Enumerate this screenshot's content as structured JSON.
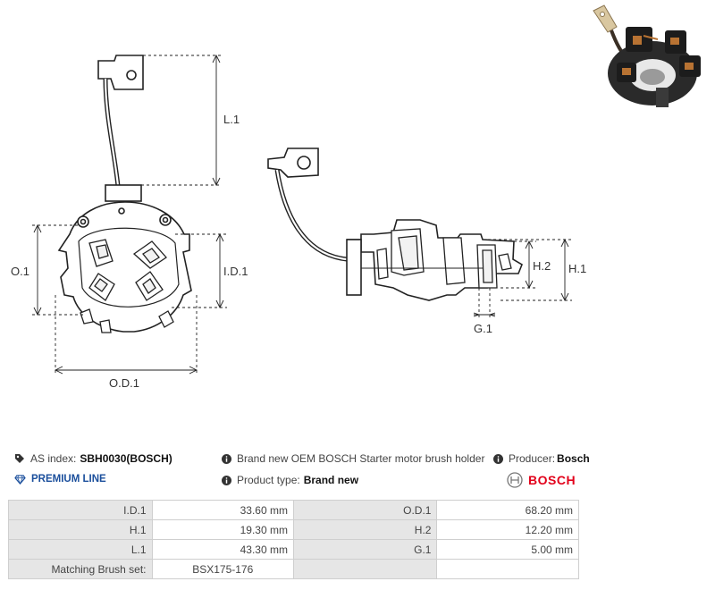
{
  "dimensions": {
    "l1": "L.1",
    "o1": "O.1",
    "id1": "I.D.1",
    "od1": "O.D.1",
    "h2": "H.2",
    "h1": "H.1",
    "g1": "G.1"
  },
  "info": {
    "as_index_label": "AS index:",
    "as_index_value": "SBH0030(BOSCH)",
    "description": "Brand new OEM BOSCH Starter motor brush holder",
    "producer_label": "Producer:",
    "producer_value": "Bosch",
    "premium_line": "PREMIUM LINE",
    "product_type_label": "Product type:",
    "product_type_value": "Brand new",
    "brand_logo_text": "BOSCH"
  },
  "colors": {
    "premium": "#1b4f9c",
    "bosch_red": "#e2001a",
    "table_key_bg": "#e6e6e6"
  },
  "specs": {
    "rows": [
      {
        "k1": "I.D.1",
        "v1": "33.60 mm",
        "k2": "O.D.1",
        "v2": "68.20 mm"
      },
      {
        "k1": "H.1",
        "v1": "19.30 mm",
        "k2": "H.2",
        "v2": "12.20 mm"
      },
      {
        "k1": "L.1",
        "v1": "43.30 mm",
        "k2": "G.1",
        "v2": "5.00 mm"
      },
      {
        "k1": "Matching Brush set:",
        "v1": "BSX175-176",
        "k2": "",
        "v2": ""
      }
    ]
  }
}
